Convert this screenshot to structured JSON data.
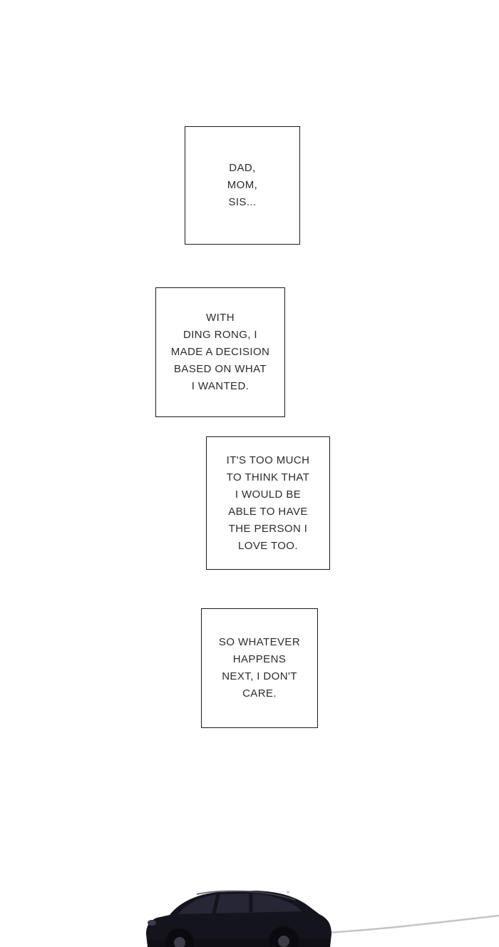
{
  "page": {
    "type": "comic-page"
  },
  "panels": [
    {
      "id": 1,
      "text": "DAD,\nMOM,\nSIS..."
    },
    {
      "id": 2,
      "text": "WITH\nDING RONG, I\nMADE A DECISION\nBASED ON WHAT\nI WANTED."
    },
    {
      "id": 3,
      "text": "IT'S TOO MUCH\nTO THINK THAT\nI WOULD BE\nABLE TO HAVE\nTHE PERSON I\nLOVE TOO."
    },
    {
      "id": 4,
      "text": "SO WHATEVER\nHAPPENS\nNEXT, I DON'T\nCARE."
    }
  ],
  "illustration": {
    "name": "black-sedan-car",
    "body_color": "#14141d",
    "window_color": "#262634",
    "road_line_color": "#c4c4c4"
  },
  "colors": {
    "background": "#ffffff",
    "panel_border": "#1a1a1a",
    "text": "#2b2b2b"
  }
}
